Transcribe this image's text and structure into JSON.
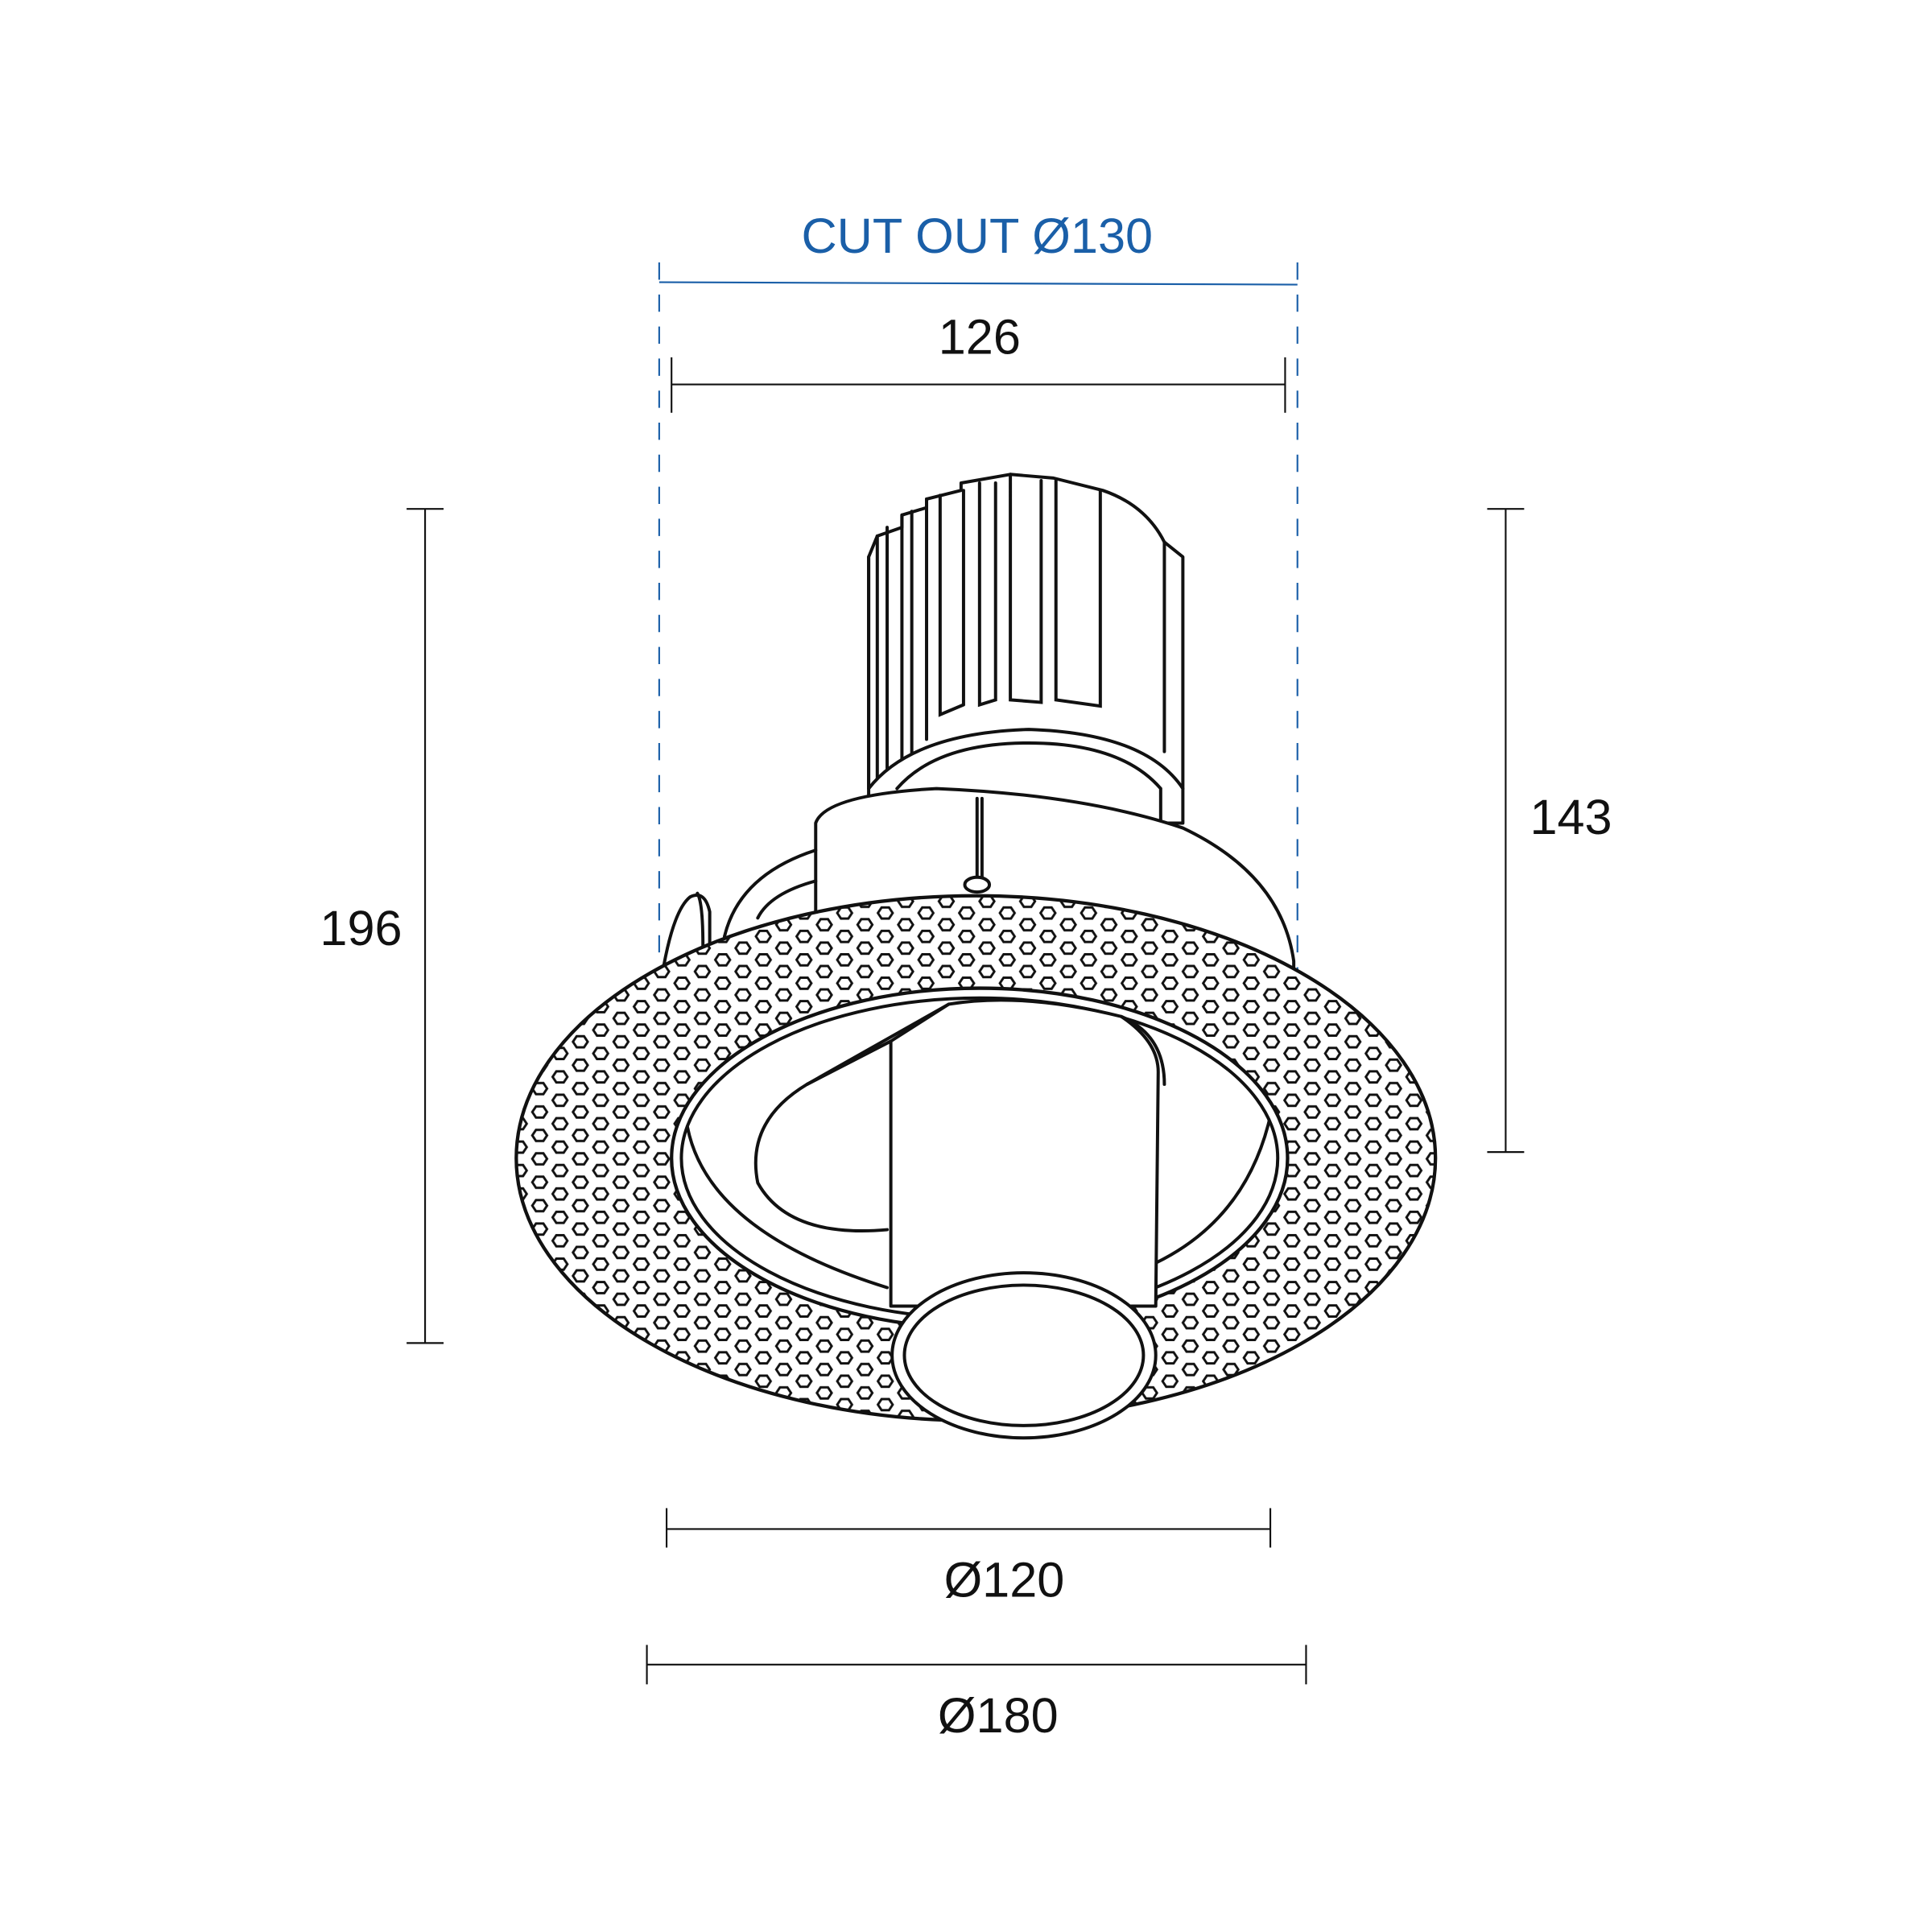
{
  "dimensions": {
    "cut_out": "CUT OUT Ø130",
    "top_width": "126",
    "total_height": "196",
    "recess_height": "143",
    "inner_diameter": "Ø120",
    "outer_diameter": "Ø180"
  },
  "colors": {
    "cut_out": "#1a5fa8",
    "lines": "#111111"
  }
}
